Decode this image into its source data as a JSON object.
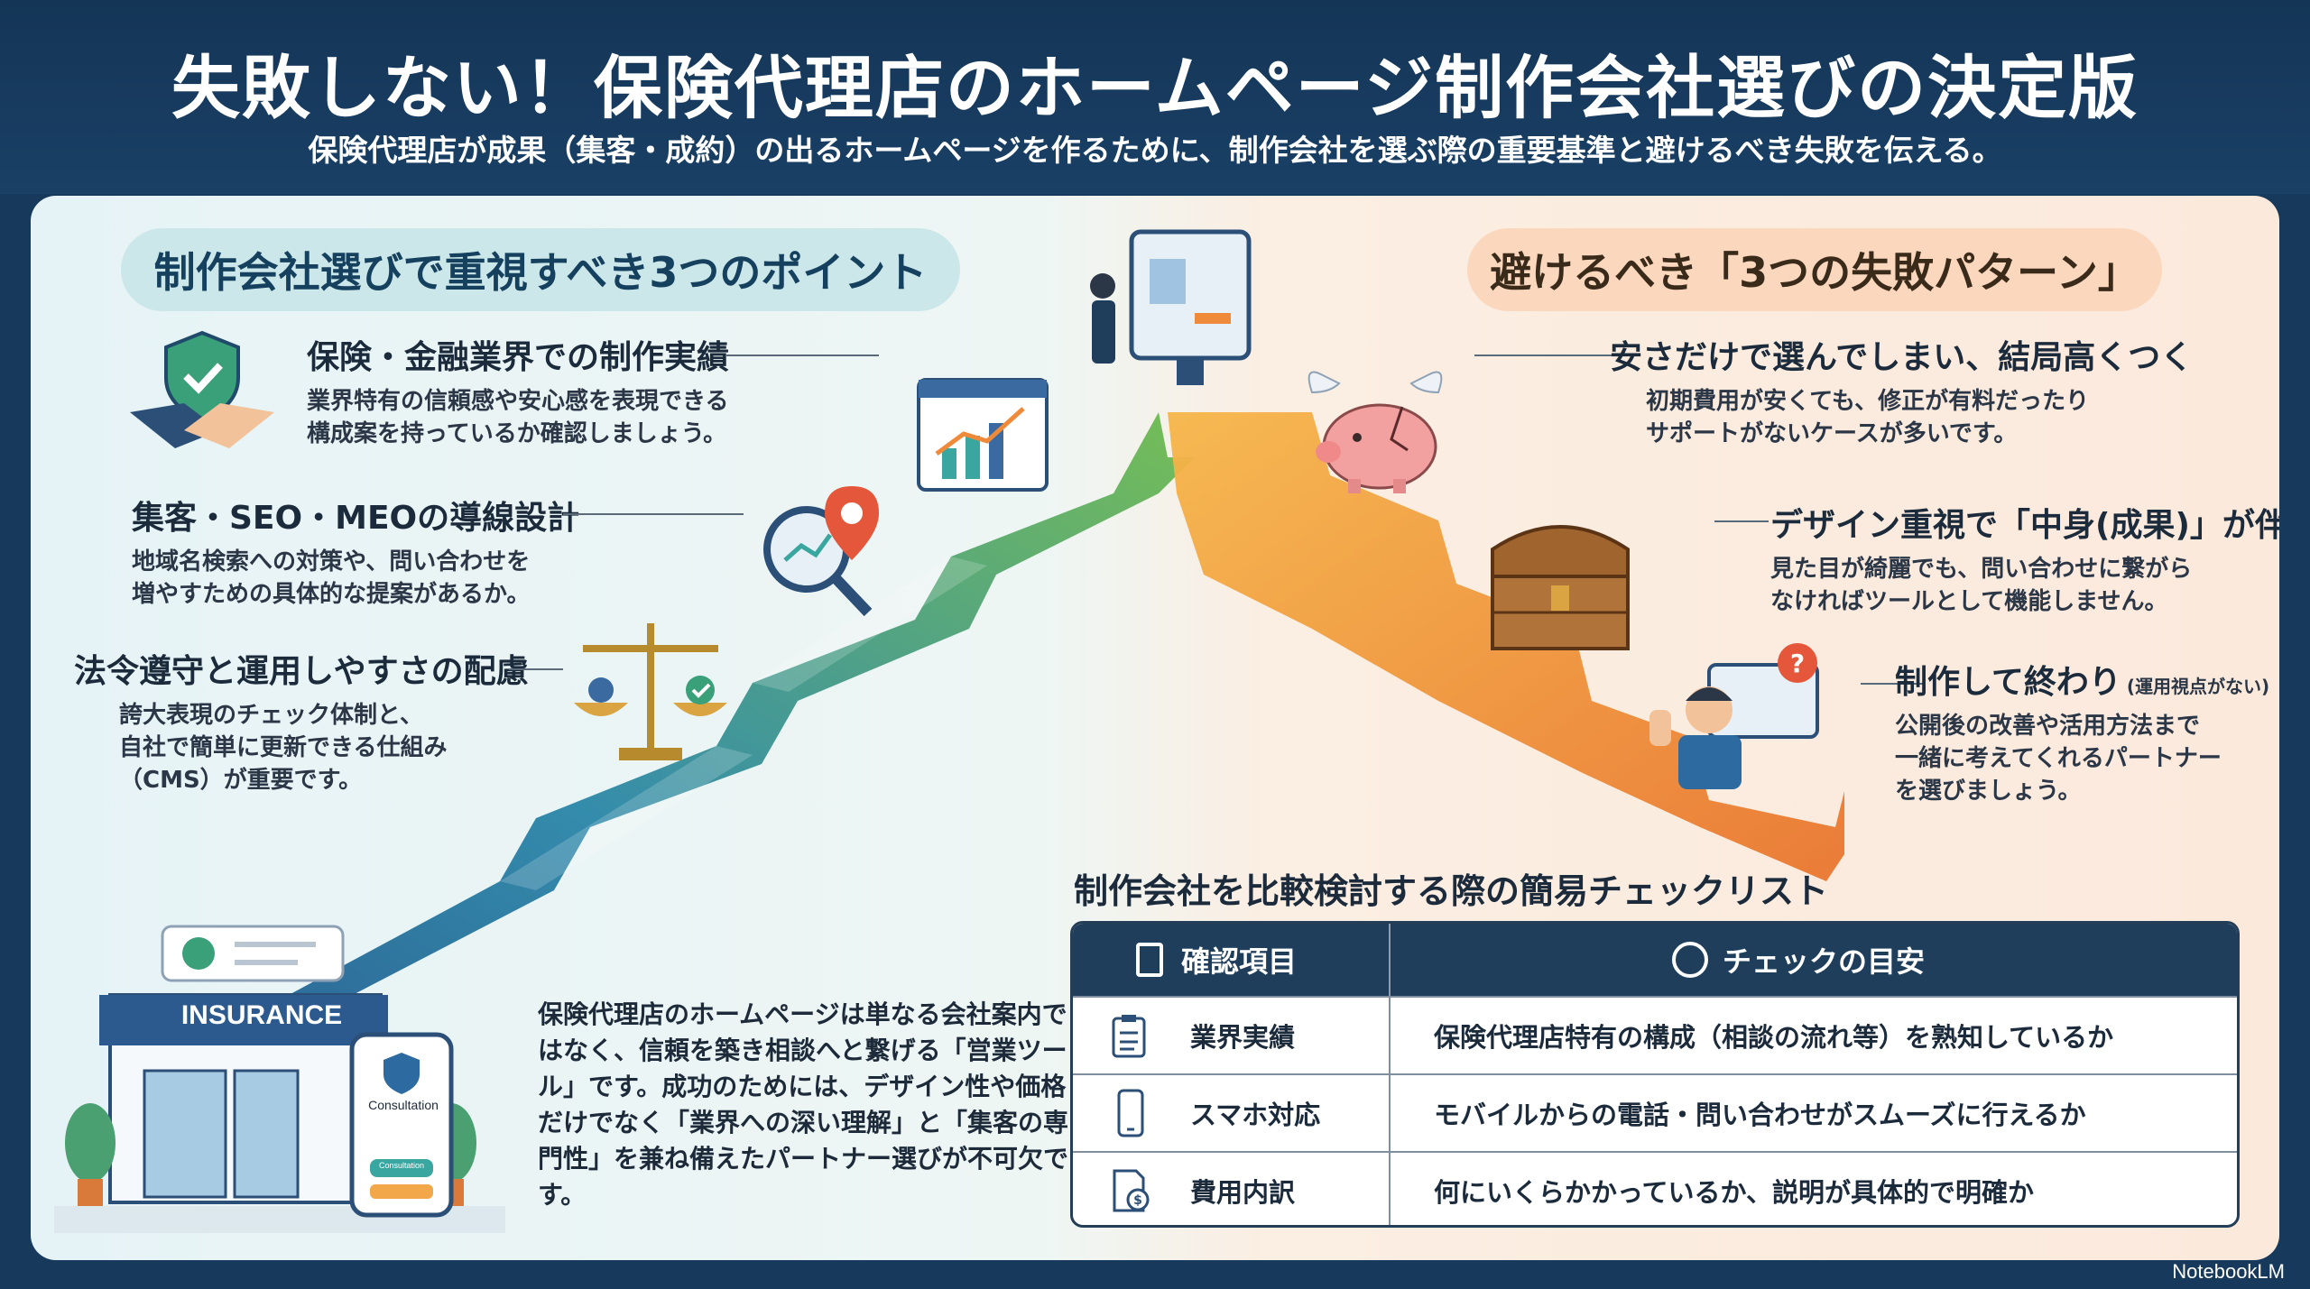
{
  "header": {
    "title": "失敗しない！保険代理店のホームページ制作会社選びの決定版",
    "subtitle": "保険代理店が成果（集客・成約）の出るホームページを作るために、制作会社を選ぶ際の重要基準と避けるべき失敗を伝える。"
  },
  "left": {
    "heading": "制作会社選びで重視すべき3つのポイント",
    "points": [
      {
        "title": "保険・金融業界での制作実績",
        "desc": [
          "業界特有の信頼感や安心感を表現できる",
          "構成案を持っているか確認しましょう。"
        ]
      },
      {
        "title": "集客・SEO・MEOの導線設計",
        "desc": [
          "地域名検索への対策や、問い合わせを",
          "増やすための具体的な提案があるか。"
        ]
      },
      {
        "title": "法令遵守と運用しやすさの配慮",
        "desc": [
          "誇大表現のチェック体制と、",
          "自社で簡単に更新できる仕組み",
          "（CMS）が重要です。"
        ]
      }
    ]
  },
  "right": {
    "heading": "避けるべき「3つの失敗パターン」",
    "patterns": [
      {
        "title": "安さだけで選んでしまい、結局高くつく",
        "note": "",
        "desc": [
          "初期費用が安くても、修正が有料だったり",
          "サポートがないケースが多いです。"
        ]
      },
      {
        "title": "デザイン重視で「中身(成果)」が伴わない",
        "note": "",
        "desc": [
          "見た目が綺麗でも、問い合わせに繋がら",
          "なければツールとして機能しません。"
        ]
      },
      {
        "title": "制作して終わり",
        "note": "(運用視点がない)",
        "desc": [
          "公開後の改善や活用方法まで",
          "一緒に考えてくれるパートナー",
          "を選びましょう。"
        ]
      }
    ]
  },
  "illustration": {
    "store_sign": "INSURANCE",
    "phone_label": "Consultation",
    "phone_button": "Consultation"
  },
  "summary": "保険代理店のホームページは単なる会社案内ではなく、信頼を築き相談へと繋げる「営業ツール」です。成功のためには、デザイン性や価格だけでなく「業界への深い理解」と「集客の専門性」を兼ね備えたパートナー選びが不可欠です。",
  "checklist": {
    "title": "制作会社を比較検討する際の簡易チェックリスト",
    "col_item": "確認項目",
    "col_guide": "チェックの目安",
    "rows": [
      {
        "item": "業界実績",
        "guide": "保険代理店特有の構成（相談の流れ等）を熟知しているか",
        "icon": "clipboard-check-icon"
      },
      {
        "item": "スマホ対応",
        "guide": "モバイルからの電話・問い合わせがスムーズに行えるか",
        "icon": "smartphone-icon"
      },
      {
        "item": "費用内訳",
        "guide": "何にいくらかかっているか、説明が具体的で明確か",
        "icon": "invoice-icon"
      }
    ]
  },
  "brand": "NotebookLM",
  "colors": {
    "navy": "#173a5c",
    "teal": "#3aa6a0",
    "orange": "#ee8a3a"
  }
}
